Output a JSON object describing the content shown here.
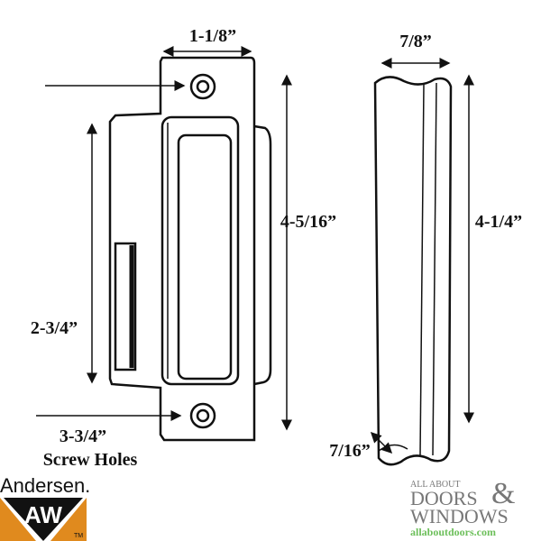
{
  "labels": {
    "plate_width": "1-1/8”",
    "plate_height": "4-5/16”",
    "slot_length": "2-3/4”",
    "screw_hole_spacing": "3-3/4”",
    "screw_holes": "Screw Holes",
    "rod_width": "7/8”",
    "rod_height": "4-1/4”",
    "rod_depth": "7/16”"
  },
  "logos": {
    "andersen": {
      "name": "Andersen.",
      "mark": "AW",
      "tm": "TM",
      "color": "#e08a1e"
    },
    "allabout": {
      "line1": "ALL ABOUT",
      "line2": "DOORS",
      "amp": "&",
      "line3": "WINDOWS",
      "url": "allaboutdoors.com",
      "color": "#777777",
      "url_color": "#6cbf5a"
    }
  }
}
